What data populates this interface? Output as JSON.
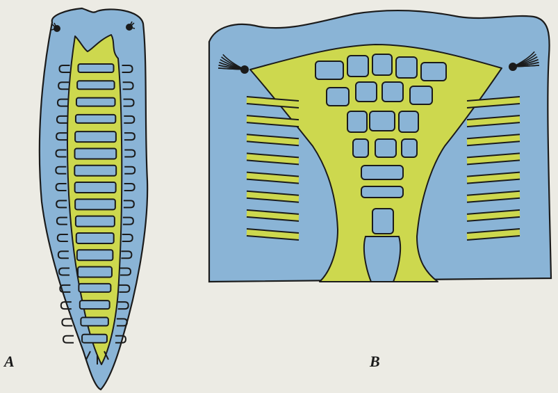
{
  "panels": [
    {
      "id": "A",
      "label": "A"
    },
    {
      "id": "B",
      "label": "B"
    }
  ],
  "colors": {
    "background": "#ecebe4",
    "body_blue": "#8ab4d6",
    "nerve_yellow": "#cdd84e",
    "outline": "#1b1b1b"
  }
}
